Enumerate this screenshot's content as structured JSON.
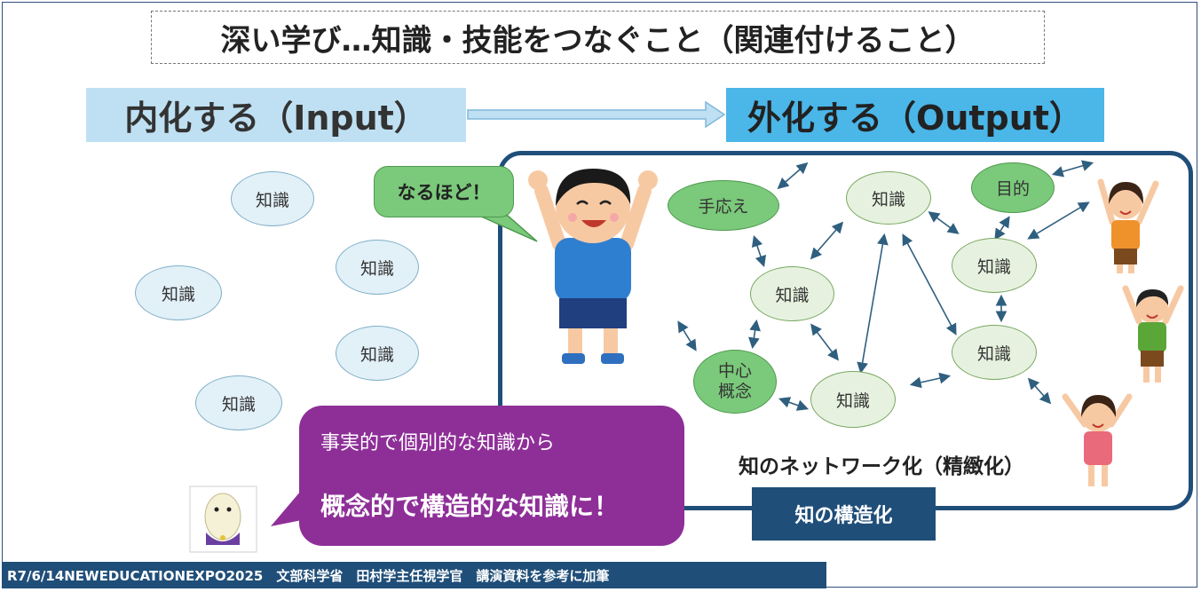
{
  "title": "深い学び…知識・技能をつなぐこと（関連付けること）",
  "input_label": "内化する（Input）",
  "output_label": "外化する（Output）",
  "left_nodes": [
    "知識",
    "知識",
    "知識",
    "知識",
    "知識"
  ],
  "speech_bubble": "なるほど！",
  "network_nodes": {
    "tegotae": "手応え",
    "mokuteki": "目的",
    "chushin": "中心\n概念",
    "chishiki": "知識"
  },
  "purple_bubble": {
    "line1": "事実的で個別的な知識から",
    "line2": "概念的で構造的な知識に！"
  },
  "network_caption": "知のネットワーク化（精緻化）",
  "structure_label": "知の構造化",
  "footer": "R7/6/14NEWEDUCATIONEXPO2025　文部科学省　田村学主任視学官　講演資料を参考に加筆",
  "colors": {
    "navy": "#1f4e79",
    "input_bg": "#bfe0f3",
    "output_bg": "#4bb6e8",
    "purple": "#8e2f98",
    "green": "#7bc97b"
  }
}
